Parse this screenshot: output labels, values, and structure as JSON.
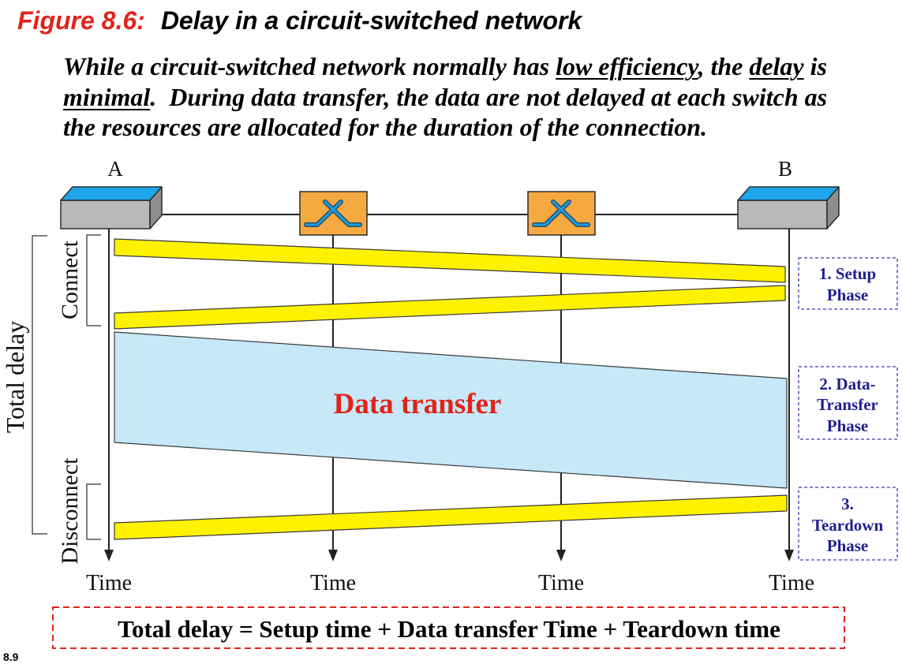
{
  "page_number": "8.9",
  "title": {
    "figure_label": "Figure 8.6:",
    "text": "Delay in a circuit-switched network"
  },
  "description": {
    "line1": [
      "While a circuit-switched network normally has ",
      "low efficiency",
      ", the ",
      "delay",
      " is"
    ],
    "line2": [
      "minimal",
      ".  During data transfer, the data are not delayed at each switch as"
    ],
    "line3": [
      "the resources are allocated for the duration of the connection."
    ]
  },
  "diagram": {
    "endpoints": {
      "a": "A",
      "b": "B"
    },
    "time_labels": [
      "Time",
      "Time",
      "Time",
      "Time"
    ],
    "data_transfer_label": "Data transfer",
    "side_labels": {
      "connect": "Connect",
      "disconnect": "Disconnect",
      "total_delay": "Total delay"
    },
    "phases": [
      {
        "lines": [
          "1. Setup",
          "Phase"
        ]
      },
      {
        "lines": [
          "2. Data-",
          "Transfer",
          "Phase"
        ]
      },
      {
        "lines": [
          "3.",
          "Teardown",
          "Phase"
        ]
      }
    ]
  },
  "formula": "Total delay = Setup time + Data transfer Time + Teardown time",
  "colors": {
    "accent_red": "#e2231a",
    "phase_text_blue": "#1f1f8f",
    "phase_border_blue": "#3b3bb0",
    "signal_yellow": "#fff200",
    "data_band_blue": "#c6e8f8",
    "station_top_blue": "#1ea5ea",
    "switch_orange": "#f7a941",
    "switch_icon_blue": "#1e9ad6"
  }
}
